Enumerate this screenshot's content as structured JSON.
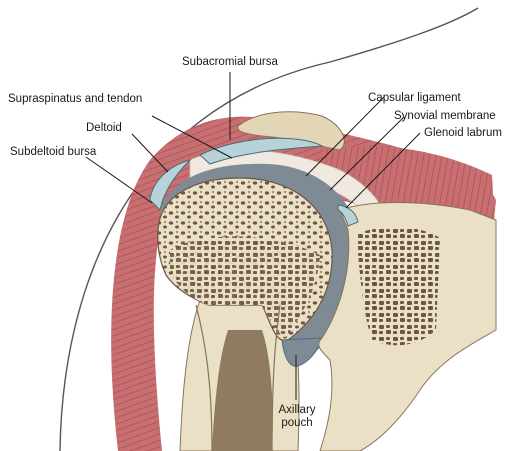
{
  "labels": {
    "subacromial_bursa": "Subacromial bursa",
    "supraspinatus": "Supraspinatus and tendon",
    "capsular_ligament": "Capsular ligament",
    "deltoid": "Deltoid",
    "synovial_membrane": "Synovial membrane",
    "glenoid_labrum": "Glenoid labrum",
    "subdeltoid_bursa": "Subdeltoid bursa",
    "axillary_line1": "Axillary",
    "axillary_line2": "pouch"
  },
  "colors": {
    "muscle": "#c86f72",
    "muscle_dark": "#a94d55",
    "bone": "#eae0c6",
    "spongy_dark": "#6e5544",
    "bursa": "#b7d3d9",
    "cavity": "#7e8b94",
    "tendon": "#efe9e0",
    "skin_line": "#555555"
  }
}
